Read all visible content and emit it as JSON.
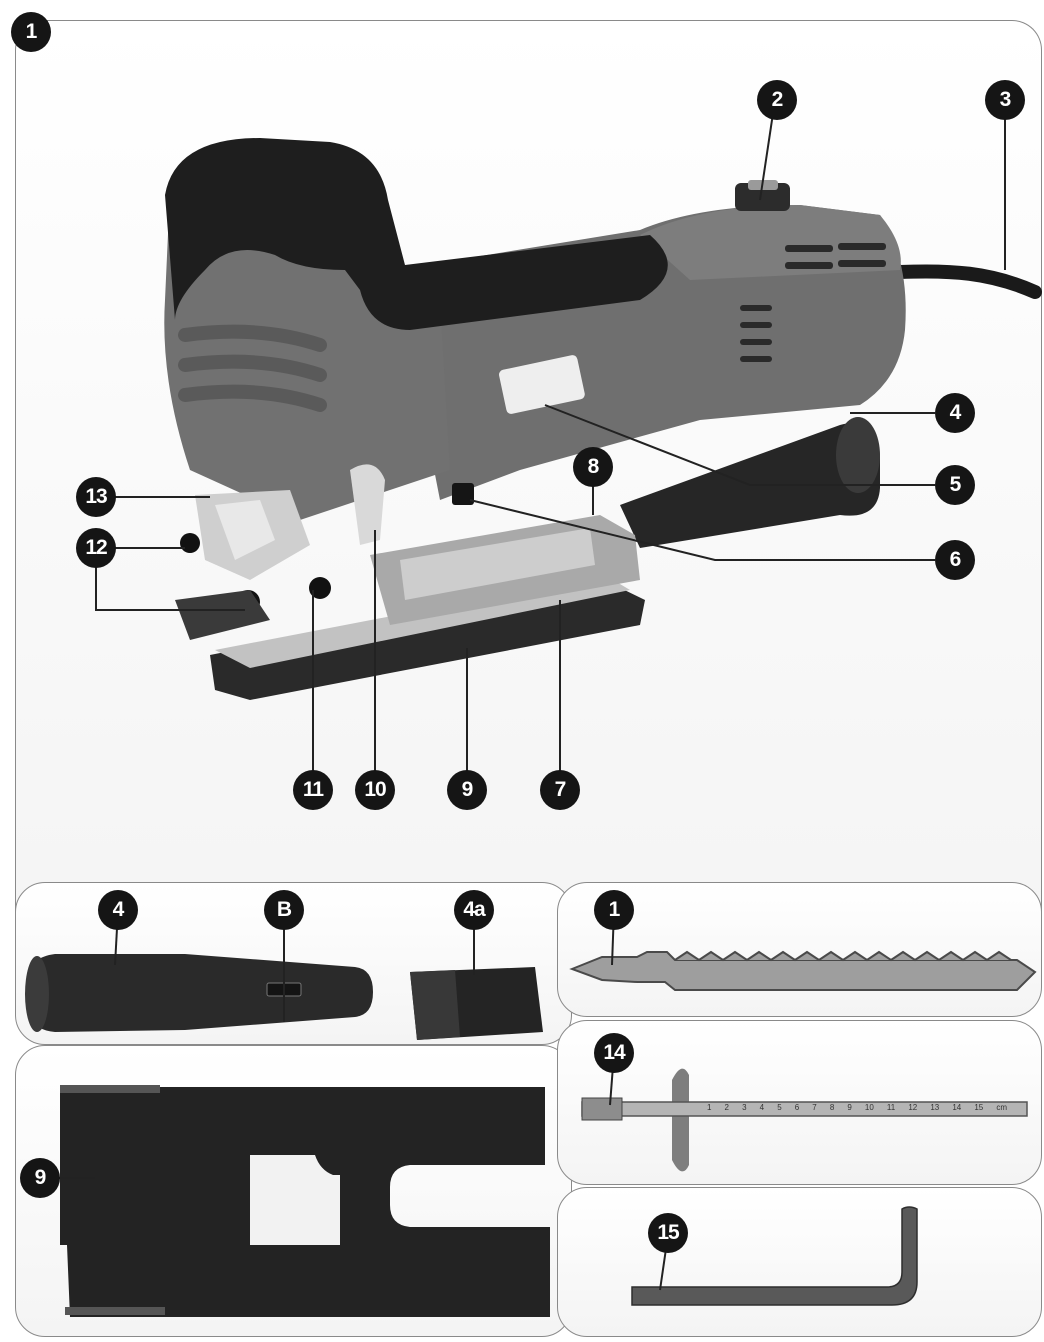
{
  "figure_number": "1",
  "main_callouts": [
    "2",
    "3",
    "4",
    "5",
    "6",
    "7",
    "8",
    "9",
    "10",
    "11",
    "12",
    "12",
    "13"
  ],
  "hose_callouts": {
    "hose": "4",
    "latch": "B",
    "adapter": "4a"
  },
  "blade_callout": "1",
  "base_plate_callout": "9",
  "guide_callout": "14",
  "wrench_callout": "15",
  "guide_scale_ticks": [
    "1",
    "2",
    "3",
    "4",
    "5",
    "6",
    "7",
    "8",
    "9",
    "10",
    "11",
    "12",
    "13",
    "14",
    "15",
    "cm"
  ],
  "colors": {
    "badge": "#151515",
    "body_grey": "#6b6b6b",
    "handle_black": "#1e1e1e",
    "steel": "#b8b8b8"
  }
}
